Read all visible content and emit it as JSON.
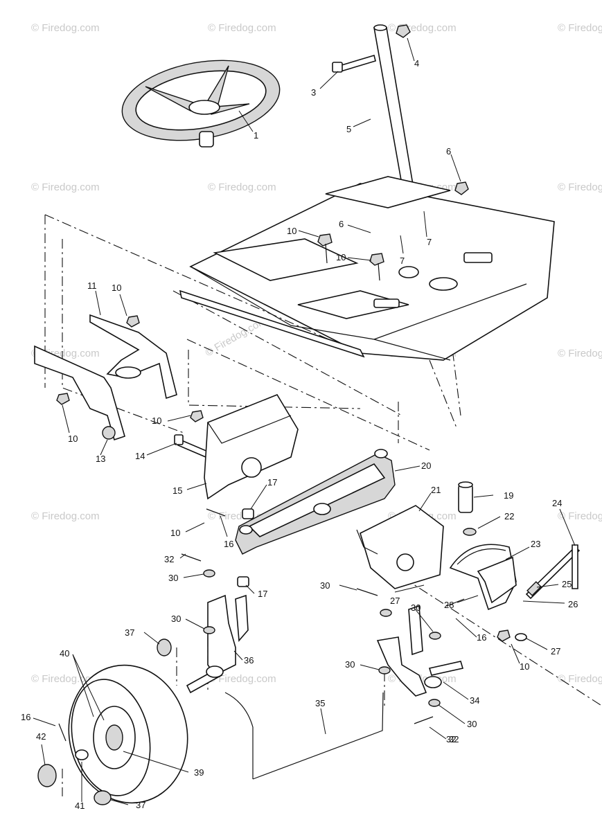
{
  "watermark_text": "© Firedog.com",
  "callouts": [
    "1",
    "3",
    "4",
    "5",
    "6",
    "6",
    "7",
    "7",
    "10",
    "10",
    "11",
    "10",
    "10",
    "10",
    "13",
    "14",
    "15",
    "16",
    "17",
    "10",
    "20",
    "21",
    "19",
    "22",
    "23",
    "24",
    "25",
    "26",
    "27",
    "27",
    "28",
    "30",
    "32",
    "30",
    "17",
    "30",
    "36",
    "37",
    "40",
    "30",
    "32",
    "16",
    "30",
    "34",
    "35",
    "16",
    "30",
    "32",
    "42",
    "39",
    "41",
    "37",
    "10"
  ]
}
